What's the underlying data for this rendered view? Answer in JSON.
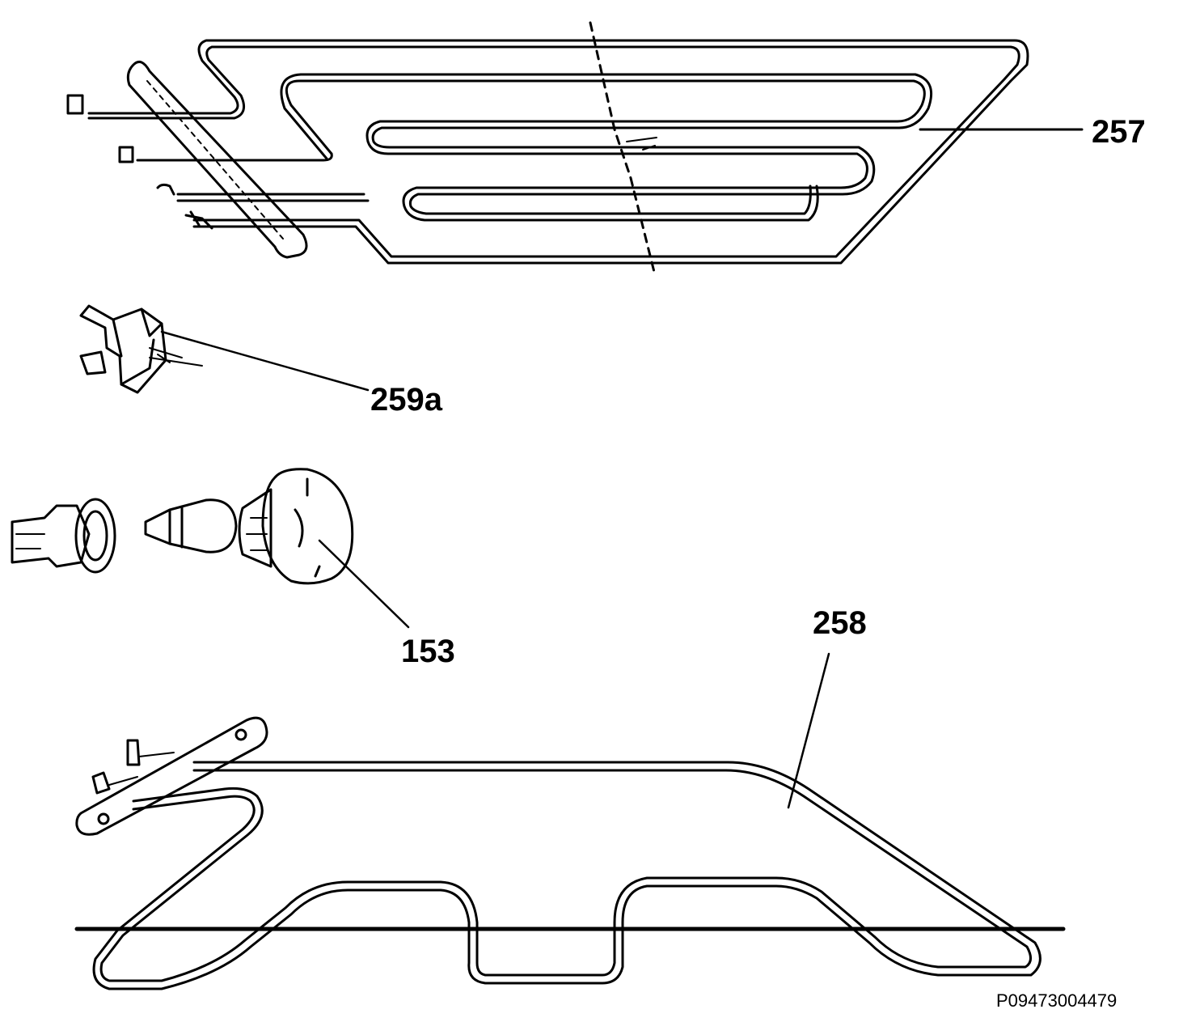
{
  "parts": [
    {
      "id": "upper-heating-element",
      "number": "257"
    },
    {
      "id": "terminal-connector",
      "number": "259a"
    },
    {
      "id": "oven-lamp",
      "number": "153"
    },
    {
      "id": "lower-heating-element",
      "number": "258"
    }
  ],
  "diagram_reference": "P09473004479",
  "colors": {
    "line": "#000000",
    "background": "#ffffff"
  }
}
